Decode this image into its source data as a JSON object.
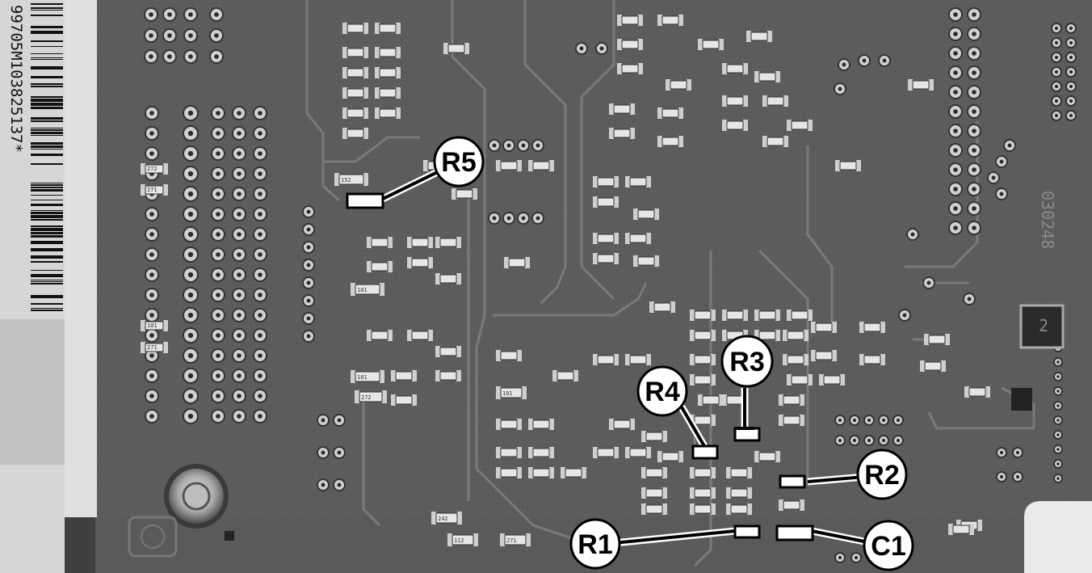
{
  "image": {
    "description_type": "pcb-photo",
    "barcode_text": "99705M103825137*",
    "silkscreen_code": "030248",
    "ic_marking": "2",
    "component_labels": [
      "152",
      "272",
      "271",
      "101",
      "101",
      "271",
      "101",
      "272",
      "101",
      "242",
      "112",
      "271"
    ]
  },
  "callouts": [
    {
      "id": "R5",
      "label": "R5"
    },
    {
      "id": "R3",
      "label": "R3"
    },
    {
      "id": "R4",
      "label": "R4"
    },
    {
      "id": "R2",
      "label": "R2"
    },
    {
      "id": "R1",
      "label": "R1"
    },
    {
      "id": "C1",
      "label": "C1"
    }
  ]
}
